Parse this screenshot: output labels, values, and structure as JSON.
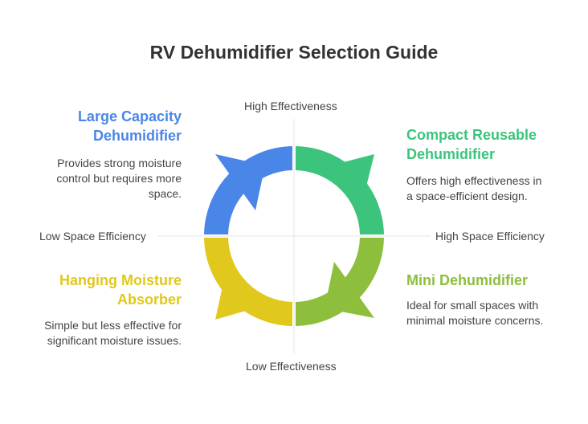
{
  "title": "RV Dehumidifier Selection Guide",
  "axes": {
    "top": "High Effectiveness",
    "bottom": "Low Effectiveness",
    "left": "Low Space Efficiency",
    "right": "High Space Efficiency"
  },
  "quadrants": {
    "top_left": {
      "heading_line1": "Large Capacity",
      "heading_line2": "Dehumidifier",
      "desc_line1": "Provides strong moisture",
      "desc_line2": "control but requires more",
      "desc_line3": "space.",
      "color": "#4A86E8"
    },
    "top_right": {
      "heading_line1": "Compact Reusable",
      "heading_line2": "Dehumidifier",
      "desc_line1": "Offers high effectiveness in",
      "desc_line2": "a space-efficient design.",
      "color": "#3CC47C"
    },
    "bottom_left": {
      "heading_line1": "Hanging Moisture",
      "heading_line2": "Absorber",
      "desc_line1": "Simple but less effective for",
      "desc_line2": "significant moisture issues.",
      "color": "#E0C81C"
    },
    "bottom_right": {
      "heading_line1": "Mini Dehumidifier",
      "desc_line1": "Ideal for small spaces with",
      "desc_line2": "minimal moisture concerns.",
      "color": "#8DBE3C"
    }
  }
}
